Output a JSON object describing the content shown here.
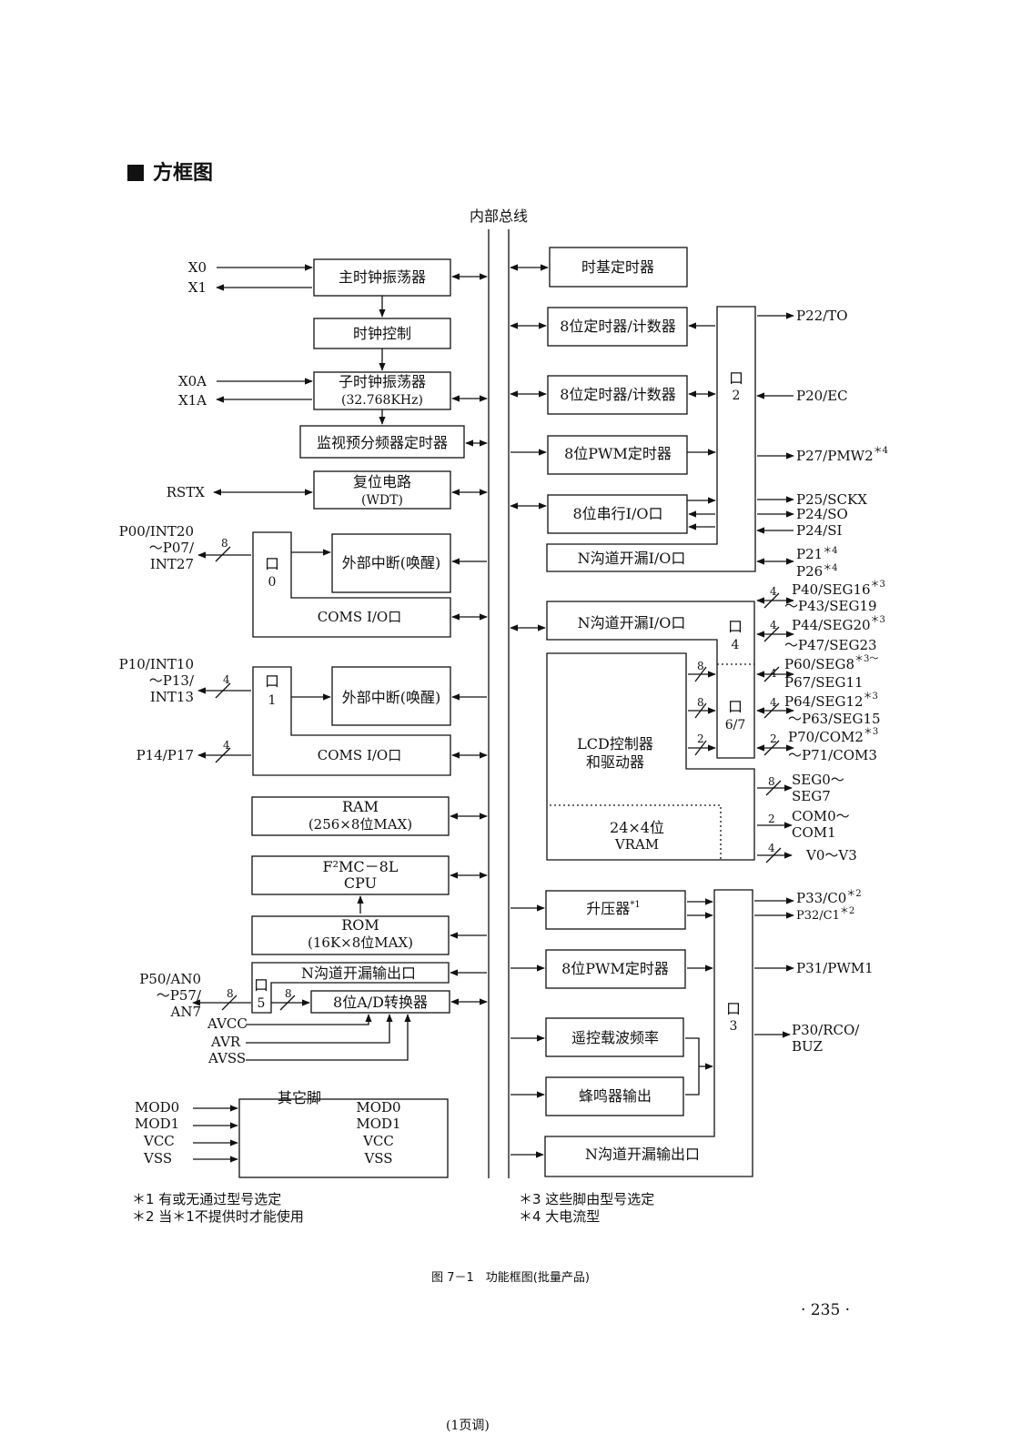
{
  "section_title": "方框图",
  "bus_label": "内部总线",
  "figure_caption": "图 7－1　功能框图(批量产品)",
  "page_number": "· 235 ·",
  "footer_text": "(1页调)",
  "footnotes": [
    "＊1 有或无通过型号选定",
    "＊2 当＊1不提供时才能使用",
    "＊3 这些脚由型号选定",
    "＊4 大电流型"
  ],
  "blocks": {
    "main_osc": "主时钟振荡器",
    "clock_ctrl": "时钟控制",
    "sub_osc_1": "子时钟振荡器",
    "sub_osc_2": "(32.768KHz)",
    "watch_prescaler": "监视预分频器定时器",
    "reset_1": "复位电路",
    "reset_2": "(WDT)",
    "port0_label": "口",
    "port0_num": "0",
    "ext_int_0": "外部中断(唤醒)",
    "coms_io_0": "COMS I/O口",
    "port1_label": "口",
    "port1_num": "1",
    "ext_int_1": "外部中断(唤醒)",
    "coms_io_1": "COMS I/O口",
    "ram_1": "RAM",
    "ram_2": "(256×8位MAX)",
    "cpu_1": "F²MC－8L",
    "cpu_2": "CPU",
    "rom_1": "ROM",
    "rom_2": "(16K×8位MAX)",
    "port5_label": "口",
    "port5_num": "5",
    "nch_out_5": "N沟道开漏输出口",
    "adc": "8位A/D转换器",
    "other_title": "其它脚",
    "other_pins": [
      "MOD0",
      "MOD1",
      "VCC",
      "VSS"
    ],
    "timebase": "时基定时器",
    "timer8_a": "8位定时器/计数器",
    "timer8_b": "8位定时器/计数器",
    "pwm8_a": "8位PWM定时器",
    "serial8": "8位串行I/O口",
    "nch_io_2": "N沟道开漏I/O口",
    "port2_label": "口",
    "port2_num": "2",
    "nch_io_4": "N沟道开漏I/O口",
    "port4_label": "口",
    "port4_num": "4",
    "port67_label": "口",
    "port67_num": "6/7",
    "lcd_1": "LCD控制器",
    "lcd_2": "和驱动器",
    "vram_1": "24×4位",
    "vram_2": "VRAM",
    "booster": "升压器",
    "booster_mark": "*1",
    "pwm8_b": "8位PWM定时器",
    "remote": "遥控载波频率",
    "buzzer": "蜂鸣器输出",
    "nch_out_3": "N沟道开漏输出口",
    "port3_label": "口",
    "port3_num": "3"
  },
  "pins_left": {
    "x0": "X0",
    "x1": "X1",
    "x0a": "X0A",
    "x1a": "X1A",
    "rstx": "RSTX",
    "p00_1": "P00/INT20",
    "p00_2": "～P07/",
    "p00_3": "INT27",
    "p10_1": "P10/INT10",
    "p10_2": "～P13/",
    "p10_3": "INT13",
    "p14": "P14/P17",
    "p50_1": "P50/AN0",
    "p50_2": "～P57/",
    "p50_3": "AN7",
    "avcc": "AVCC",
    "avr": "AVR",
    "avss": "AVSS",
    "mod0": "MOD0",
    "mod1": "MOD1",
    "vcc": "VCC",
    "vss": "VSS"
  },
  "pins_right": {
    "p22": "P22/TO",
    "p20": "P20/EC",
    "p27": "P27/PMW2",
    "p27_mark": "＊4",
    "p25": "P25/SCKX",
    "p24so": "P24/SO",
    "p24si": "P24/SI",
    "p21": "P21",
    "p21_mark": "＊4",
    "p26": "P26",
    "p26_mark": "＊4",
    "p40": "P40/SEG16",
    "p40_mark": "＊3",
    "p43": "～P43/SEG19",
    "p44": "P44/SEG20",
    "p44_mark": "＊3",
    "p47": "～P47/SEG23",
    "p60": "P60/SEG8",
    "p60_mark": "＊3～",
    "p67": "P67/SEG11",
    "p64": "P64/SEG12",
    "p64_mark": "＊3",
    "p63": "～P63/SEG15",
    "p70": "P70/COM2",
    "p70_mark": "＊3",
    "p71": "～P71/COM3",
    "seg0": "SEG0～",
    "seg7": "SEG7",
    "com0": "COM0～",
    "com1": "COM1",
    "v0": "V0～V3",
    "p33": "P33/C0",
    "p33_mark": "＊2",
    "p32": "P32/C1",
    "p32_mark": "＊2",
    "p31": "P31/PWM1",
    "p30_1": "P30/RCO/",
    "p30_2": "BUZ"
  },
  "bus_widths": {
    "p0": "8",
    "p1": "4",
    "p14": "4",
    "p5": "8",
    "p5_adc": "8",
    "p40": "4",
    "p44": "4",
    "p60": "4",
    "p64": "4",
    "p70": "2",
    "seg": "8",
    "com": "2",
    "v": "4",
    "lcd_a": "8",
    "lcd_b": "8",
    "lcd_c": "2"
  }
}
